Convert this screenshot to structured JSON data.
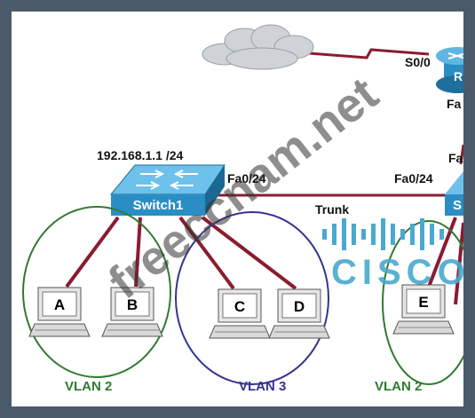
{
  "router": {
    "serial_port": "S0/0",
    "fast_port": "Fa",
    "name_partial": "R"
  },
  "switch1": {
    "name": "Switch1",
    "ip": "192.168.1.1 /24",
    "port": "Fa0/24"
  },
  "switch2": {
    "name_partial": "S",
    "port": "Fa0/24",
    "top_port": "Fa"
  },
  "trunk_label": "Trunk",
  "pcs": [
    "A",
    "B",
    "C",
    "D",
    "E"
  ],
  "vlans": [
    {
      "label": "VLAN 2",
      "color": "#2f7a2f"
    },
    {
      "label": "VLAN 3",
      "color": "#34348f"
    },
    {
      "label": "VLAN 2",
      "color": "#2f7a2f"
    }
  ],
  "watermark": "freeccnam.net",
  "logo_text": "CISCO",
  "colors": {
    "link": "#8a1c30",
    "switch": "#2a8ec4",
    "cisco": "#4aa9cf",
    "frame": "#4b5a6a"
  }
}
